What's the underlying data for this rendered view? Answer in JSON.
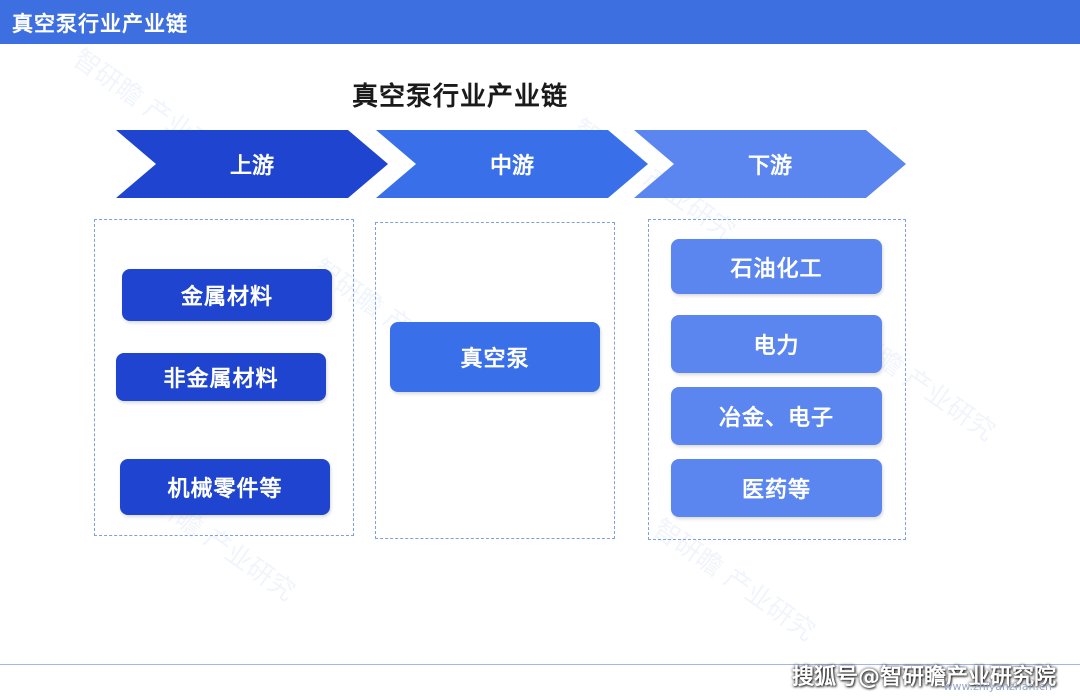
{
  "header": {
    "title": "真空泵行业产业链"
  },
  "diagram": {
    "title": "真空泵行业产业链",
    "stages": [
      {
        "label": "上游",
        "color": "#1f44cf"
      },
      {
        "label": "中游",
        "color": "#3a6fea"
      },
      {
        "label": "下游",
        "color": "#5b86f0"
      }
    ],
    "upstream": [
      "金属材料",
      "非金属材料",
      "机械零件等"
    ],
    "midstream": [
      "真空泵"
    ],
    "downstream": [
      "石油化工",
      "电力",
      "冶金、电子",
      "医药等"
    ]
  },
  "footer": {
    "source": "搜狐号@智研瞻产业研究院",
    "url": "www.zhiyanzhan.cn"
  }
}
